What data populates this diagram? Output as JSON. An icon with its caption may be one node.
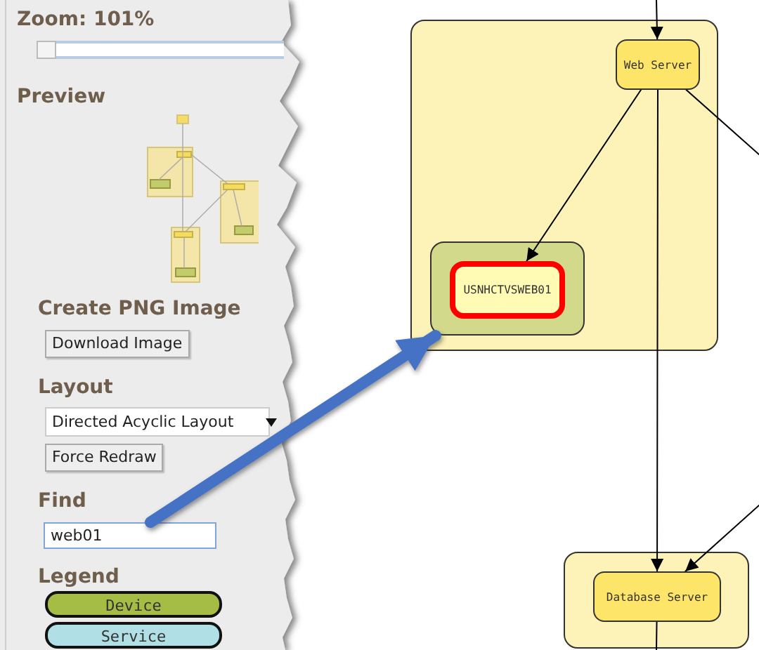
{
  "diagram": {
    "nodes": [
      {
        "text": [],
        "shape": "box"
      },
      {
        "text": [
          "Web Server"
        ],
        "in": 0
      },
      {
        "text": [],
        "shape": "box",
        "in": 0
      },
      {
        "text": [
          "USNHCTVSWEB01"
        ],
        "in": 2
      },
      {
        "text": [],
        "shape": "box"
      },
      {
        "text": [
          "Database Server"
        ],
        "in": 4
      },
      {
        "text": [
          "web01"
        ]
      }
    ],
    "edges": [
      {
        "from": null,
        "to": 1,
        "arrow": "to"
      },
      {
        "from": 1,
        "to": 3,
        "arrow": "to"
      },
      {
        "from": 1,
        "to": 5,
        "arrow": "to"
      },
      {
        "from": 1,
        "to": null,
        "arrow": "none"
      },
      {
        "from": null,
        "to": 5,
        "arrow": "to"
      },
      {
        "from": 5,
        "to": null,
        "arrow": "none"
      },
      {
        "from": 6,
        "to": 2,
        "arrow": "to",
        "style": "thick",
        "color": "#4472c4"
      }
    ],
    "labels": [
      "Zoom: 101%",
      "Preview",
      "Create PNG Image",
      "Download Image",
      "Layout",
      "Directed Acyclic Layout",
      "Force Redraw",
      "Find",
      "Legend"
    ],
    "legend": [
      {
        "text": "Device",
        "color": "#a5bd45"
      },
      {
        "text": "Service",
        "color": "#b0e0e6"
      }
    ]
  }
}
